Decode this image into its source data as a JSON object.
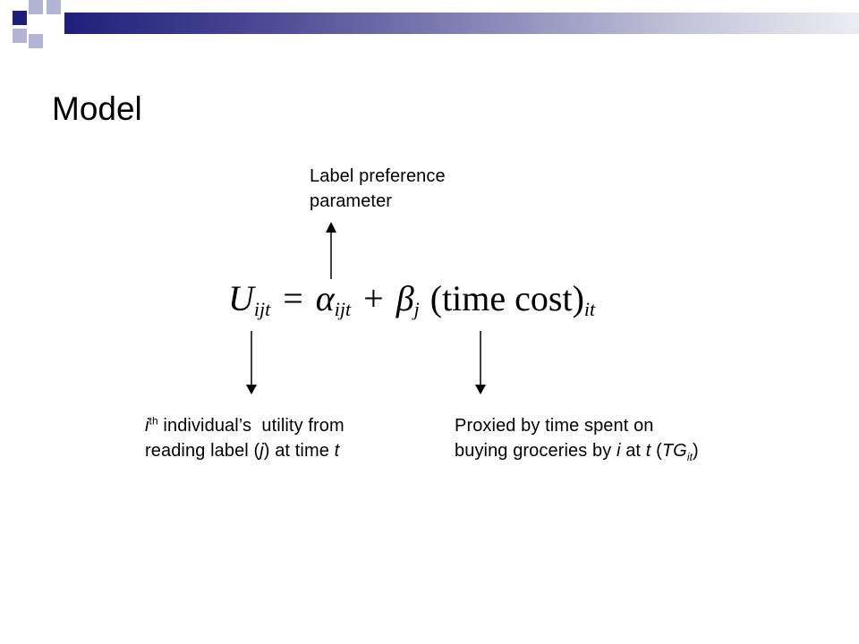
{
  "slide": {
    "title": "Model",
    "theme_colors": {
      "dark_blue": "#1f1f7a",
      "light_purple": "#a0a0cc"
    }
  },
  "equation": {
    "lhs_symbol": "U",
    "lhs_subscript": "ijt",
    "equals": "=",
    "alpha_symbol": "α",
    "alpha_subscript": "ijt",
    "plus": "+",
    "beta_symbol": "β",
    "beta_subscript": "j",
    "paren_text": "(time cost)",
    "paren_subscript": "it"
  },
  "annotations": {
    "top": {
      "line1": "Label preference",
      "line2": "parameter"
    },
    "left": {
      "line1_italic": "i",
      "line1_sup": "th",
      "line1_rest": " individual’s  utility from",
      "line2_a": "reading label (",
      "line2_j": "j",
      "line2_b": ") at time ",
      "line2_t": "t"
    },
    "right": {
      "line1": "Proxied by time spent on",
      "line2_a": "buying groceries by ",
      "line2_i": "i",
      "line2_b": " at ",
      "line2_t": "t",
      "line2_c": " (",
      "line2_tg": "TG",
      "line2_sub": "it",
      "line2_d": ")"
    }
  }
}
